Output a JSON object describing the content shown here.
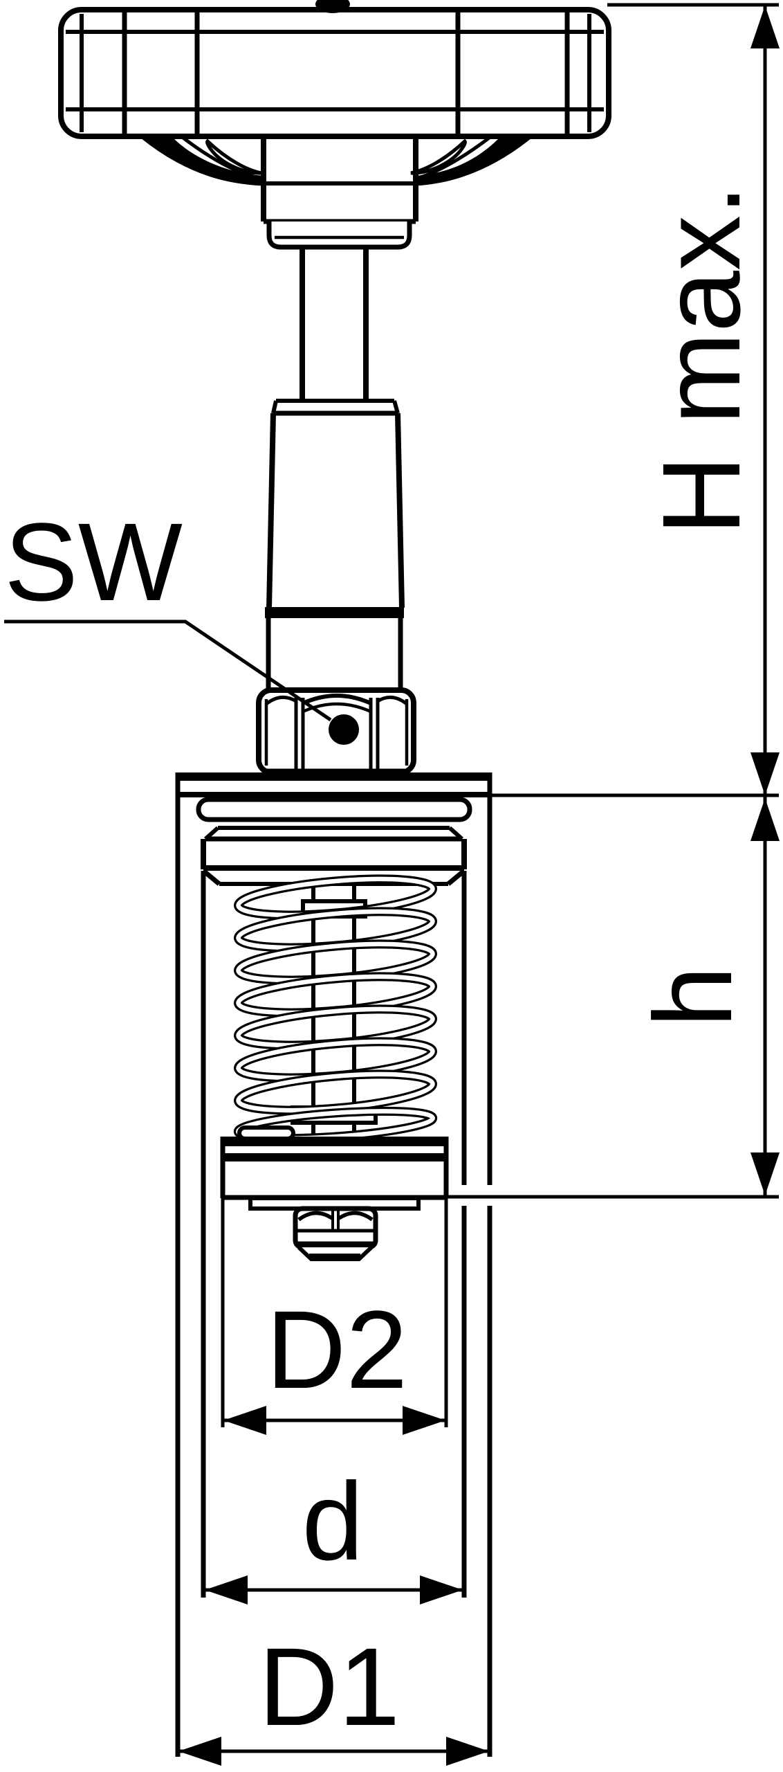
{
  "figure": {
    "type": "technical-dimension-drawing",
    "description": "Line drawing of a spring-loaded valve upper assembly (handwheel, stem, bonnet, hex gland nut, flange, compression spring and disc) with dimension callouts",
    "background_color": "#ffffff",
    "line_color": "#000000"
  },
  "labels": {
    "sw": "SW",
    "h_max": "H max.",
    "h": "h",
    "d2": "D2",
    "d": "d",
    "d1": "D1"
  }
}
